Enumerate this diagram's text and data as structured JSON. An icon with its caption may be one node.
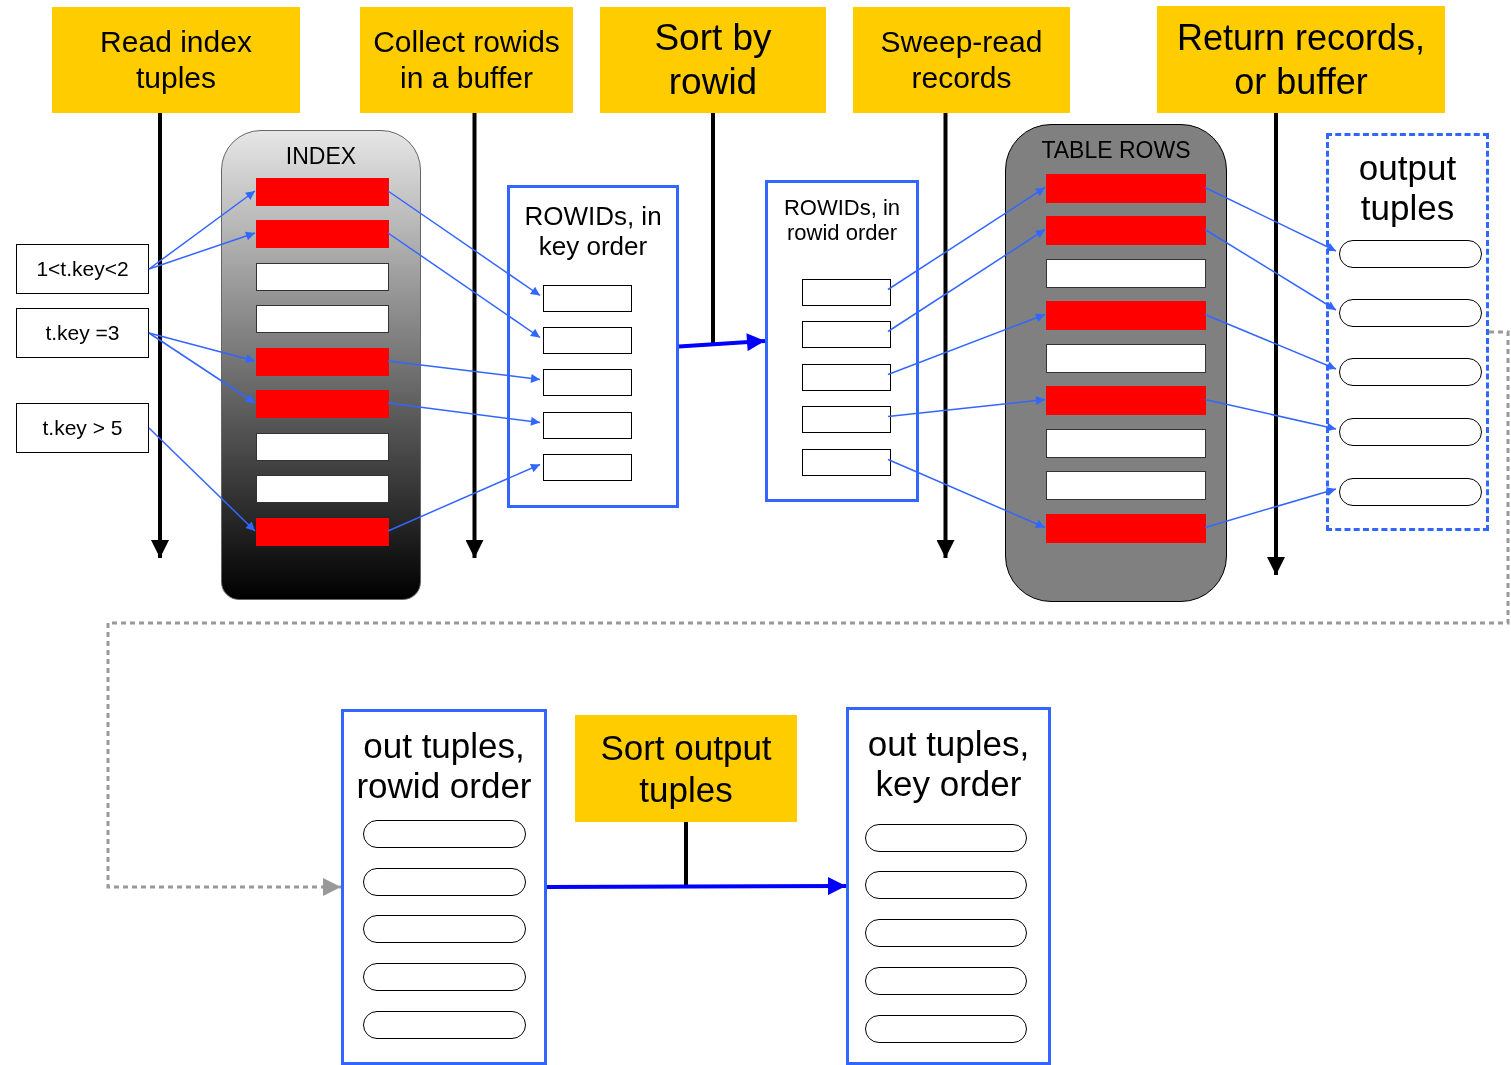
{
  "diagram": {
    "nodes": [
      {
        "text": [
          "Read index tuples"
        ]
      },
      {
        "text": [
          "Collect rowids in a buffer"
        ]
      },
      {
        "text": [
          "Sort by rowid"
        ]
      },
      {
        "text": [
          "Sweep-read records"
        ]
      },
      {
        "text": [
          "Return records, or buffer"
        ]
      },
      {
        "text": [
          "1<t.key<2"
        ]
      },
      {
        "text": [
          "t.key =3"
        ]
      },
      {
        "text": [
          "t.key > 5"
        ]
      },
      {
        "text": [
          "INDEX"
        ]
      },
      {
        "text": [],
        "shape": "box",
        "in": 8
      },
      {
        "text": [],
        "shape": "box",
        "in": 8
      },
      {
        "text": [],
        "shape": "box",
        "in": 8
      },
      {
        "text": [],
        "shape": "box",
        "in": 8
      },
      {
        "text": [],
        "shape": "box",
        "in": 8
      },
      {
        "text": [],
        "shape": "box",
        "in": 8
      },
      {
        "text": [],
        "shape": "box",
        "in": 8
      },
      {
        "text": [],
        "shape": "box",
        "in": 8
      },
      {
        "text": [],
        "shape": "box",
        "in": 8
      },
      {
        "text": [
          "ROWIDs, in key order"
        ]
      },
      {
        "text": [],
        "shape": "box",
        "in": 18
      },
      {
        "text": [],
        "shape": "box",
        "in": 18
      },
      {
        "text": [],
        "shape": "box",
        "in": 18
      },
      {
        "text": [],
        "shape": "box",
        "in": 18
      },
      {
        "text": [],
        "shape": "box",
        "in": 18
      },
      {
        "text": [
          "ROWIDs, in rowid order"
        ]
      },
      {
        "text": [],
        "shape": "box",
        "in": 24
      },
      {
        "text": [],
        "shape": "box",
        "in": 24
      },
      {
        "text": [],
        "shape": "box",
        "in": 24
      },
      {
        "text": [],
        "shape": "box",
        "in": 24
      },
      {
        "text": [],
        "shape": "box",
        "in": 24
      },
      {
        "text": [
          "TABLE ROWS"
        ]
      },
      {
        "text": [],
        "shape": "box",
        "in": 30
      },
      {
        "text": [],
        "shape": "box",
        "in": 30
      },
      {
        "text": [],
        "shape": "box",
        "in": 30
      },
      {
        "text": [],
        "shape": "box",
        "in": 30
      },
      {
        "text": [],
        "shape": "box",
        "in": 30
      },
      {
        "text": [],
        "shape": "box",
        "in": 30
      },
      {
        "text": [],
        "shape": "box",
        "in": 30
      },
      {
        "text": [],
        "shape": "box",
        "in": 30
      },
      {
        "text": [],
        "shape": "box",
        "in": 30
      },
      {
        "text": [
          "output tuples"
        ]
      },
      {
        "text": [],
        "shape": "box",
        "in": 40
      },
      {
        "text": [],
        "shape": "box",
        "in": 40
      },
      {
        "text": [],
        "shape": "box",
        "in": 40
      },
      {
        "text": [],
        "shape": "box",
        "in": 40
      },
      {
        "text": [],
        "shape": "box",
        "in": 40
      },
      {
        "text": [
          "out tuples, rowid order"
        ]
      },
      {
        "text": [],
        "shape": "box",
        "in": 46
      },
      {
        "text": [],
        "shape": "box",
        "in": 46
      },
      {
        "text": [],
        "shape": "box",
        "in": 46
      },
      {
        "text": [],
        "shape": "box",
        "in": 46
      },
      {
        "text": [],
        "shape": "box",
        "in": 46
      },
      {
        "text": [
          "Sort output tuples"
        ]
      },
      {
        "text": [
          "out tuples, key order"
        ]
      },
      {
        "text": [],
        "shape": "box",
        "in": 53
      },
      {
        "text": [],
        "shape": "box",
        "in": 53
      },
      {
        "text": [],
        "shape": "box",
        "in": 53
      },
      {
        "text": [],
        "shape": "box",
        "in": 53
      },
      {
        "text": [],
        "shape": "box",
        "in": 53
      }
    ],
    "edges": [
      {
        "from": 0,
        "to": null,
        "arrow": "to",
        "style": "thick",
        "color": "#000000"
      },
      {
        "from": 1,
        "to": null,
        "arrow": "to",
        "style": "thick",
        "color": "#000000"
      },
      {
        "from": 2,
        "to": null,
        "arrow": "none",
        "style": "thick",
        "color": "#000000"
      },
      {
        "from": 3,
        "to": null,
        "arrow": "to",
        "style": "thick",
        "color": "#000000"
      },
      {
        "from": 4,
        "to": null,
        "arrow": "to",
        "style": "thick",
        "color": "#000000"
      },
      {
        "from": 5,
        "to": 9,
        "arrow": "to"
      },
      {
        "from": 5,
        "to": 10,
        "arrow": "to"
      },
      {
        "from": 6,
        "to": 13,
        "arrow": "to"
      },
      {
        "from": 6,
        "to": 14,
        "arrow": "to"
      },
      {
        "from": 7,
        "to": 17,
        "arrow": "to"
      },
      {
        "from": 9,
        "to": 19,
        "arrow": "to"
      },
      {
        "from": 10,
        "to": 20,
        "arrow": "to"
      },
      {
        "from": 13,
        "to": 21,
        "arrow": "to"
      },
      {
        "from": 14,
        "to": 22,
        "arrow": "to"
      },
      {
        "from": 17,
        "to": 23,
        "arrow": "to"
      },
      {
        "from": 18,
        "to": 24,
        "arrow": "to",
        "style": "thick",
        "color": "#0000ff"
      },
      {
        "from": 25,
        "to": 31,
        "arrow": "to"
      },
      {
        "from": 26,
        "to": 32,
        "arrow": "to"
      },
      {
        "from": 27,
        "to": 34,
        "arrow": "to"
      },
      {
        "from": 28,
        "to": 36,
        "arrow": "to"
      },
      {
        "from": 29,
        "to": 39,
        "arrow": "to"
      },
      {
        "from": 31,
        "to": 41,
        "arrow": "to"
      },
      {
        "from": 32,
        "to": 42,
        "arrow": "to"
      },
      {
        "from": 34,
        "to": 43,
        "arrow": "to"
      },
      {
        "from": 36,
        "to": 44,
        "arrow": "to"
      },
      {
        "from": 39,
        "to": 45,
        "arrow": "to"
      },
      {
        "from": 40,
        "to": 46,
        "arrow": "to",
        "style": "dashed",
        "color": "#999999"
      },
      {
        "from": 52,
        "to": null,
        "arrow": "none",
        "style": "thick",
        "color": "#000000"
      },
      {
        "from": 46,
        "to": 53,
        "arrow": "to",
        "style": "thick",
        "color": "#0000ff"
      }
    ]
  }
}
